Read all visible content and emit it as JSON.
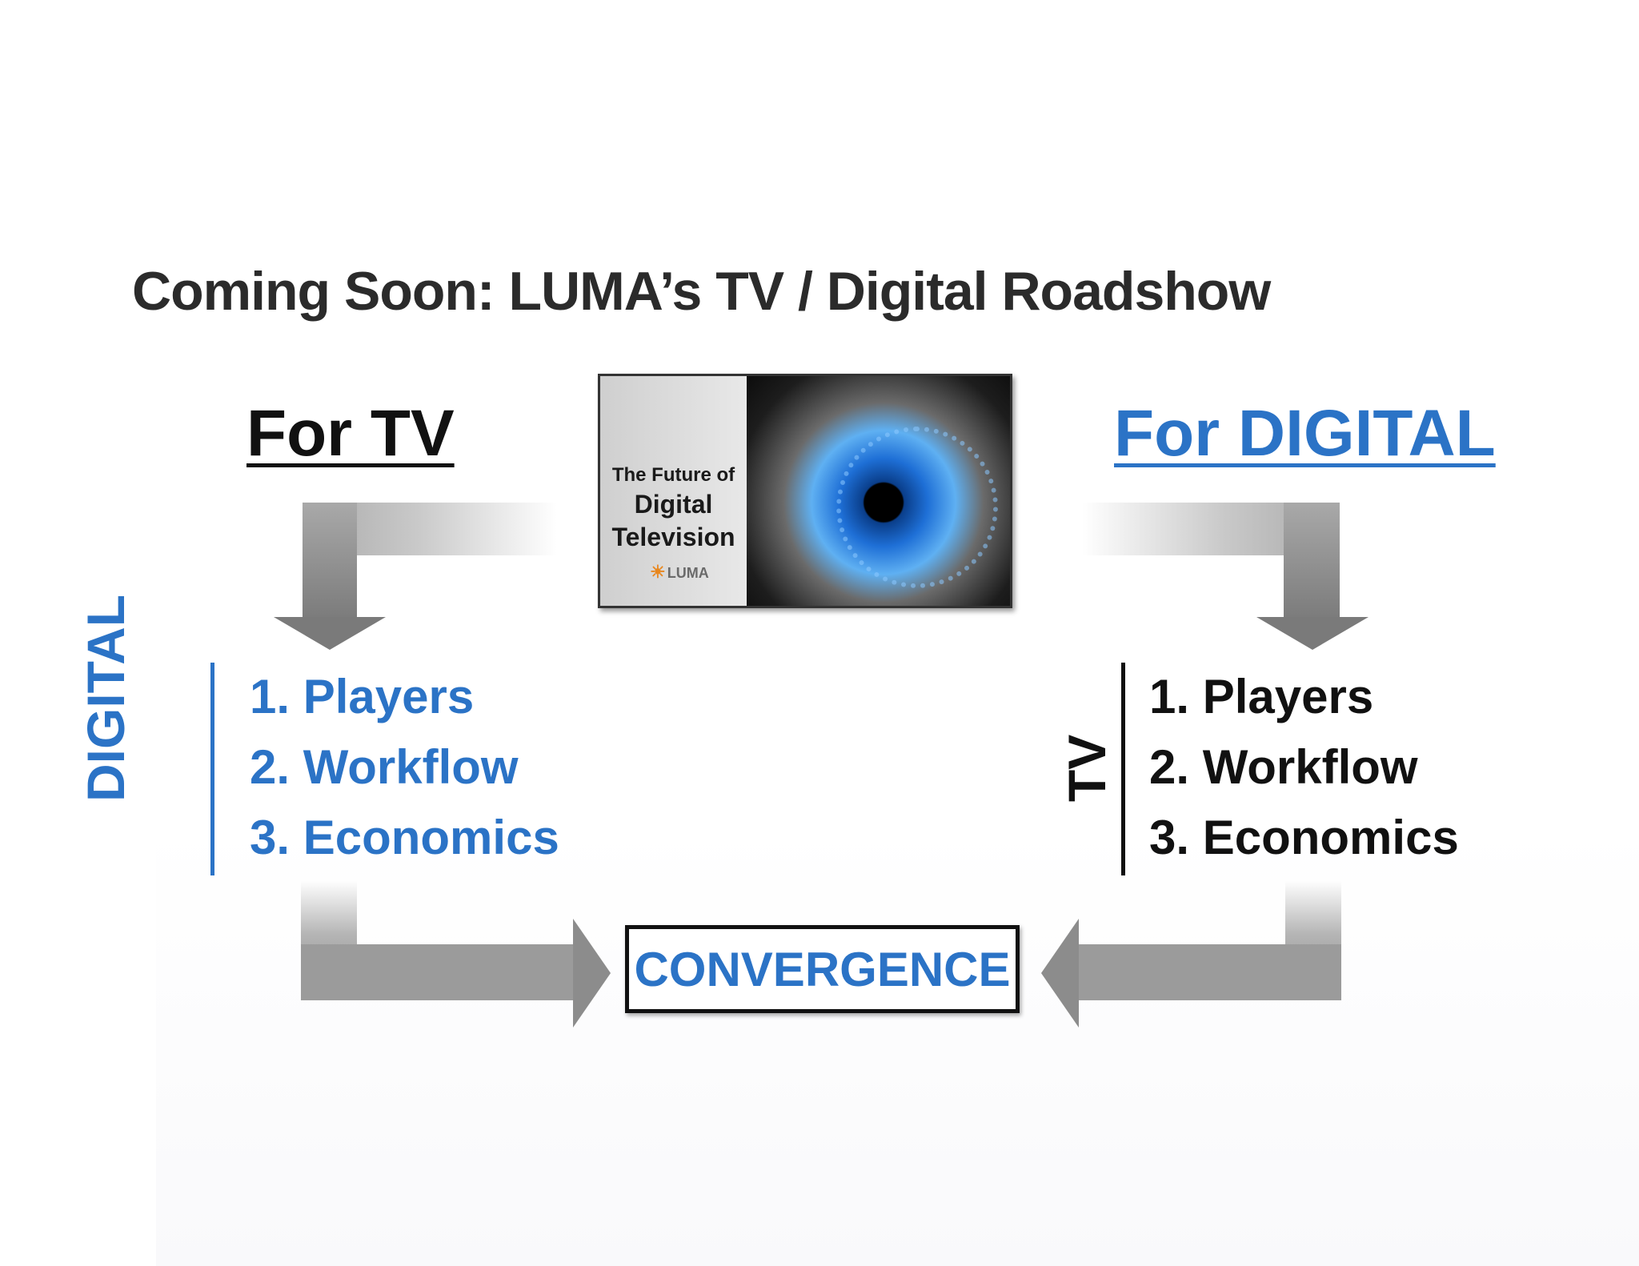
{
  "title": "Coming Soon: LUMA’s TV / Digital Roadshow",
  "left": {
    "heading": "For TV",
    "side_label": "DIGITAL",
    "items": [
      "1. Players",
      "2. Workflow",
      "3. Economics"
    ]
  },
  "right": {
    "heading": "For DIGITAL",
    "side_label": "TV",
    "items": [
      "1. Players",
      "2. Workflow",
      "3. Economics"
    ]
  },
  "center_image": {
    "line1": "The Future of",
    "line2": "Digital",
    "line3": "Television",
    "logo": "LUMA"
  },
  "convergence": "CONVERGENCE",
  "colors": {
    "accent_blue": "#2b73c6",
    "dark_text": "#111111",
    "arrow_gray": "#9a9a9a"
  }
}
